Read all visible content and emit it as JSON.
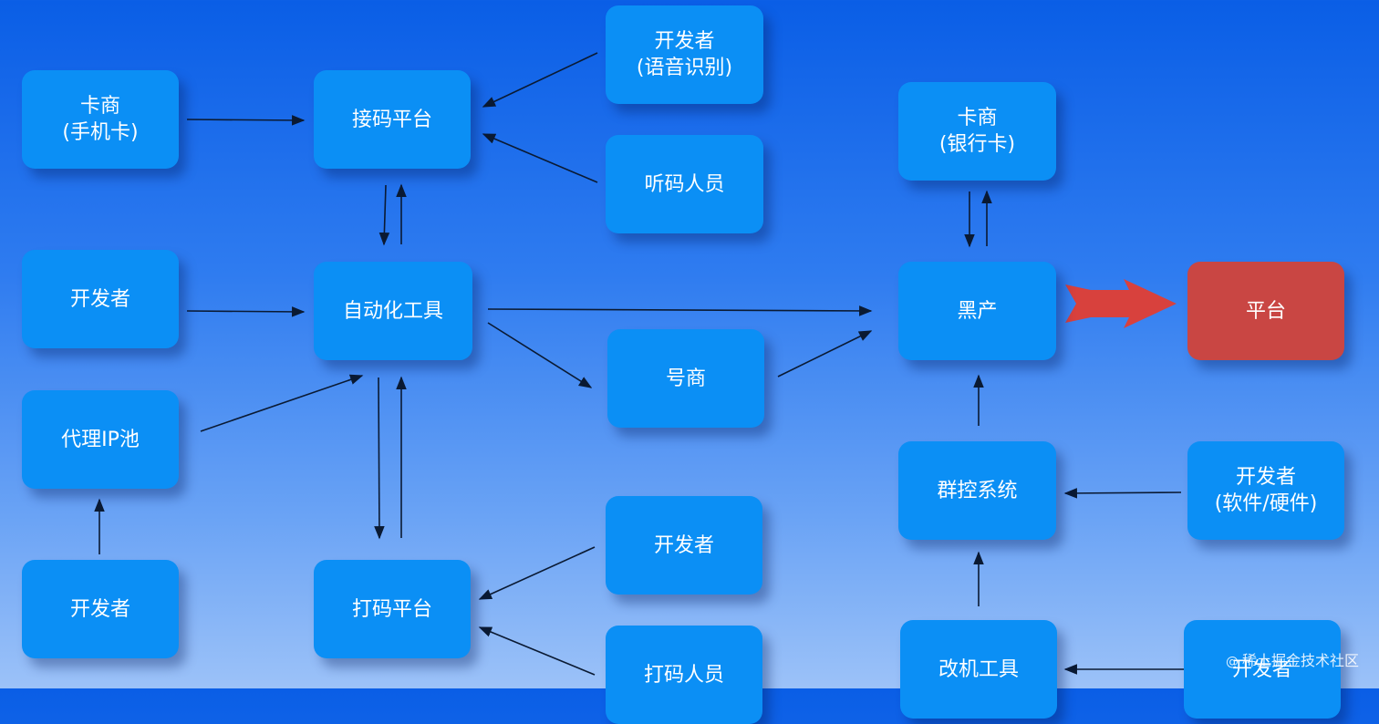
{
  "nodes": {
    "card_dealer_phone": "卡商\n(手机卡)",
    "sms_platform": "接码平台",
    "dev_voice": "开发者\n(语音识别)",
    "code_listener": "听码人员",
    "developer_1": "开发者",
    "automation_tool": "自动化工具",
    "proxy_ip_pool": "代理IP池",
    "account_dealer": "号商",
    "developer_2": "开发者",
    "captcha_platform": "打码平台",
    "developer_3": "开发者",
    "captcha_worker": "打码人员",
    "card_dealer_bank": "卡商\n(银行卡)",
    "black_industry": "黑产",
    "platform": "平台",
    "group_control": "群控系统",
    "dev_hw_sw": "开发者\n(软件/硬件)",
    "device_mod_tool": "改机工具",
    "developer_4": "开发者"
  },
  "colors": {
    "node": "#0b8ff5",
    "target": "#c94643",
    "arrow": "#0a1a33",
    "big_arrow": "#d8413d"
  },
  "watermark": "稀土掘金技术社区"
}
